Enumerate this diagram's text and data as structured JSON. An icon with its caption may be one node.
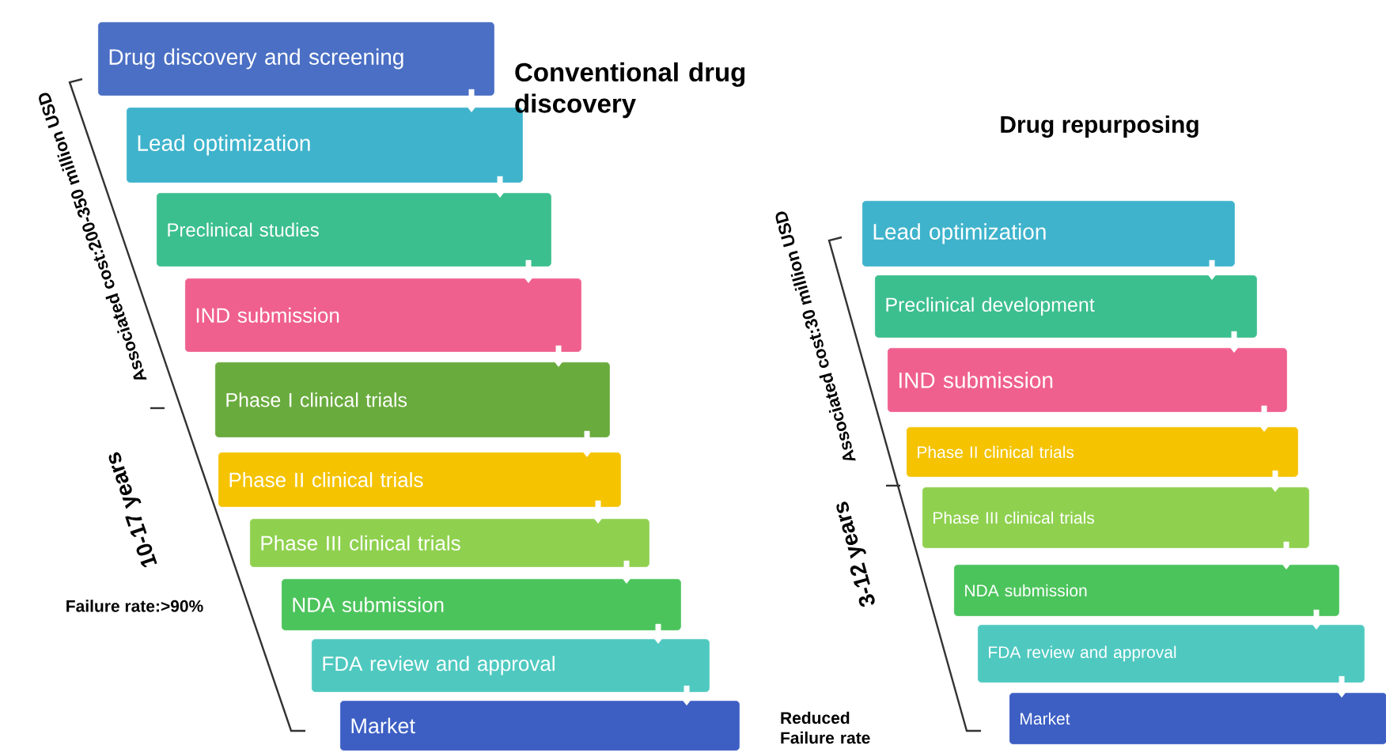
{
  "diagram": {
    "nodes": [
      {
        "text": [
          "Drug discovery and screening"
        ]
      },
      {
        "text": [
          "Lead optimization"
        ]
      },
      {
        "text": [
          "Preclinical studies"
        ]
      },
      {
        "text": [
          "IND submission"
        ]
      },
      {
        "text": [
          "Phase I clinical trials"
        ]
      },
      {
        "text": [
          "Phase II clinical trials"
        ]
      },
      {
        "text": [
          "Phase III clinical trials"
        ]
      },
      {
        "text": [
          "NDA submission"
        ]
      },
      {
        "text": [
          "FDA review and approval"
        ]
      },
      {
        "text": [
          "Market"
        ]
      },
      {
        "text": [
          "Lead optimization"
        ]
      },
      {
        "text": [
          "Preclinical development"
        ]
      },
      {
        "text": [
          "IND submission"
        ]
      },
      {
        "text": [
          "Phase II clinical trials"
        ]
      },
      {
        "text": [
          "Phase III clinical trials"
        ]
      },
      {
        "text": [
          "NDA submission"
        ]
      },
      {
        "text": [
          "FDA review and approval"
        ]
      },
      {
        "text": [
          "Market"
        ]
      }
    ],
    "edges": [
      {
        "from": 0,
        "to": 1,
        "arrow": "to"
      },
      {
        "from": 1,
        "to": 2,
        "arrow": "to"
      },
      {
        "from": 2,
        "to": 3,
        "arrow": "to"
      },
      {
        "from": 3,
        "to": 4,
        "arrow": "to"
      },
      {
        "from": 4,
        "to": 5,
        "arrow": "to"
      },
      {
        "from": 5,
        "to": 6,
        "arrow": "to"
      },
      {
        "from": 6,
        "to": 7,
        "arrow": "to"
      },
      {
        "from": 7,
        "to": 8,
        "arrow": "to"
      },
      {
        "from": 8,
        "to": 9,
        "arrow": "to"
      },
      {
        "from": 10,
        "to": 11,
        "arrow": "to"
      },
      {
        "from": 11,
        "to": 12,
        "arrow": "to"
      },
      {
        "from": 12,
        "to": 13,
        "arrow": "to"
      },
      {
        "from": 13,
        "to": 14,
        "arrow": "to"
      },
      {
        "from": 14,
        "to": 15,
        "arrow": "to"
      },
      {
        "from": 15,
        "to": 16,
        "arrow": "to"
      },
      {
        "from": 16,
        "to": 17,
        "arrow": "to"
      }
    ],
    "labels": [
      "Conventional drug discovery",
      "Associated cost:200-350 million USD",
      "10-17 years",
      "Failure rate:>90%",
      "Drug repurposing",
      "Associated cost:30 million USD",
      "3-12 years",
      "Reduced Failure rate"
    ]
  }
}
